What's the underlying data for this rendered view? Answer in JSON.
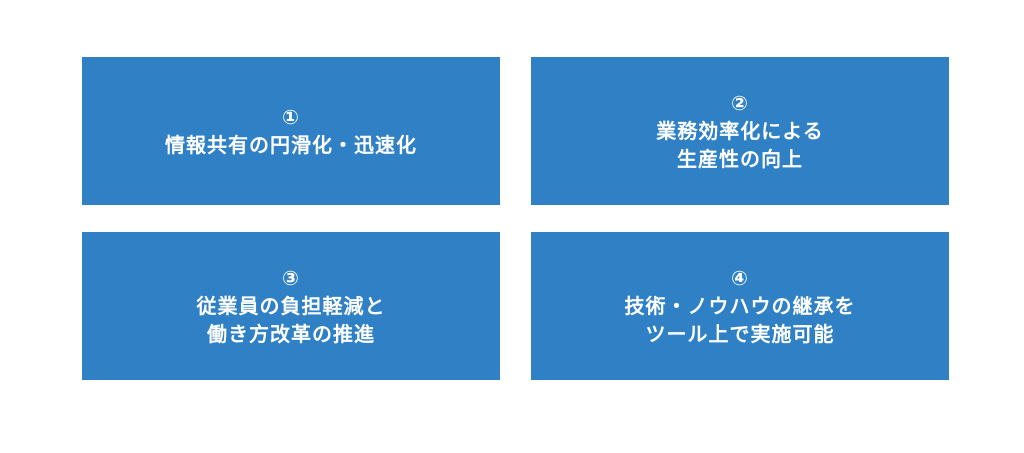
{
  "colors": {
    "box_fill": "#2f80c4",
    "text": "#ffffff",
    "background": "#ffffff"
  },
  "boxes": [
    {
      "number": "①",
      "lines": [
        "情報共有の円滑化・迅速化"
      ]
    },
    {
      "number": "②",
      "lines": [
        "業務効率化による",
        "生産性の向上"
      ]
    },
    {
      "number": "③",
      "lines": [
        "従業員の負担軽減と",
        "働き方改革の推進"
      ]
    },
    {
      "number": "④",
      "lines": [
        "技術・ノウハウの継承を",
        "ツール上で実施可能"
      ]
    }
  ]
}
